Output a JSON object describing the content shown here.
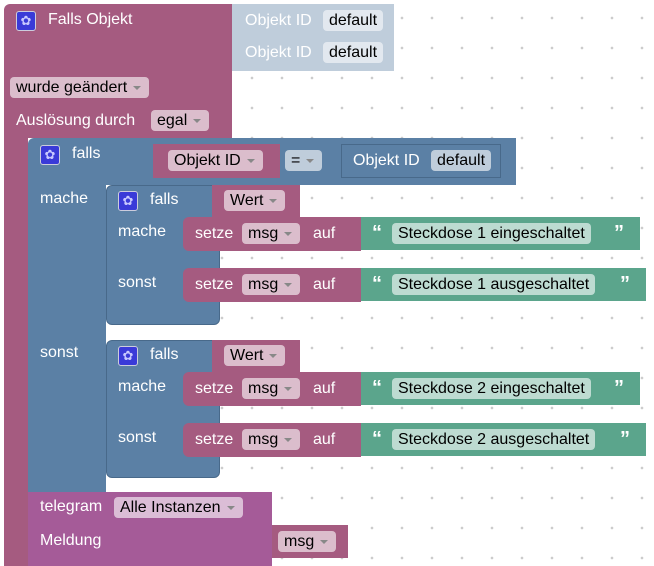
{
  "trigger": {
    "title": "Falls Objekt",
    "object_ids": [
      {
        "label": "Objekt ID",
        "value": "default"
      },
      {
        "label": "Objekt ID",
        "value": "default"
      }
    ],
    "change_dropdown": "wurde geändert",
    "trigger_by_label": "Auslösung durch",
    "trigger_by_value": "egal"
  },
  "if_outer": {
    "falls": "falls",
    "mache": "mache",
    "sonst": "sonst",
    "cond_left": "Objekt ID",
    "operator": "=",
    "cond_right_label": "Objekt ID",
    "cond_right_value": "default"
  },
  "if_inner": [
    {
      "falls": "falls",
      "var": "Wert",
      "mache": "mache",
      "sonst": "sonst",
      "set1": {
        "setze": "setze",
        "var": "msg",
        "auf": "auf",
        "text": "Steckdose 1 eingeschaltet"
      },
      "set2": {
        "setze": "setze",
        "var": "msg",
        "auf": "auf",
        "text": "Steckdose 1 ausgeschaltet"
      }
    },
    {
      "falls": "falls",
      "var": "Wert",
      "mache": "mache",
      "sonst": "sonst",
      "set1": {
        "setze": "setze",
        "var": "msg",
        "auf": "auf",
        "text": "Steckdose 2 eingeschaltet"
      },
      "set2": {
        "setze": "setze",
        "var": "msg",
        "auf": "auf",
        "text": "Steckdose 2 ausgeschaltet"
      }
    }
  ],
  "telegram": {
    "label": "telegram",
    "instance": "Alle Instanzen",
    "message_label": "Meldung",
    "message_var": "msg"
  },
  "colors": {
    "trigger": "#a55b80",
    "object": "#bfcddb",
    "logic": "#5b80a5",
    "text": "#5ba58c",
    "telegram": "#a55b98"
  }
}
